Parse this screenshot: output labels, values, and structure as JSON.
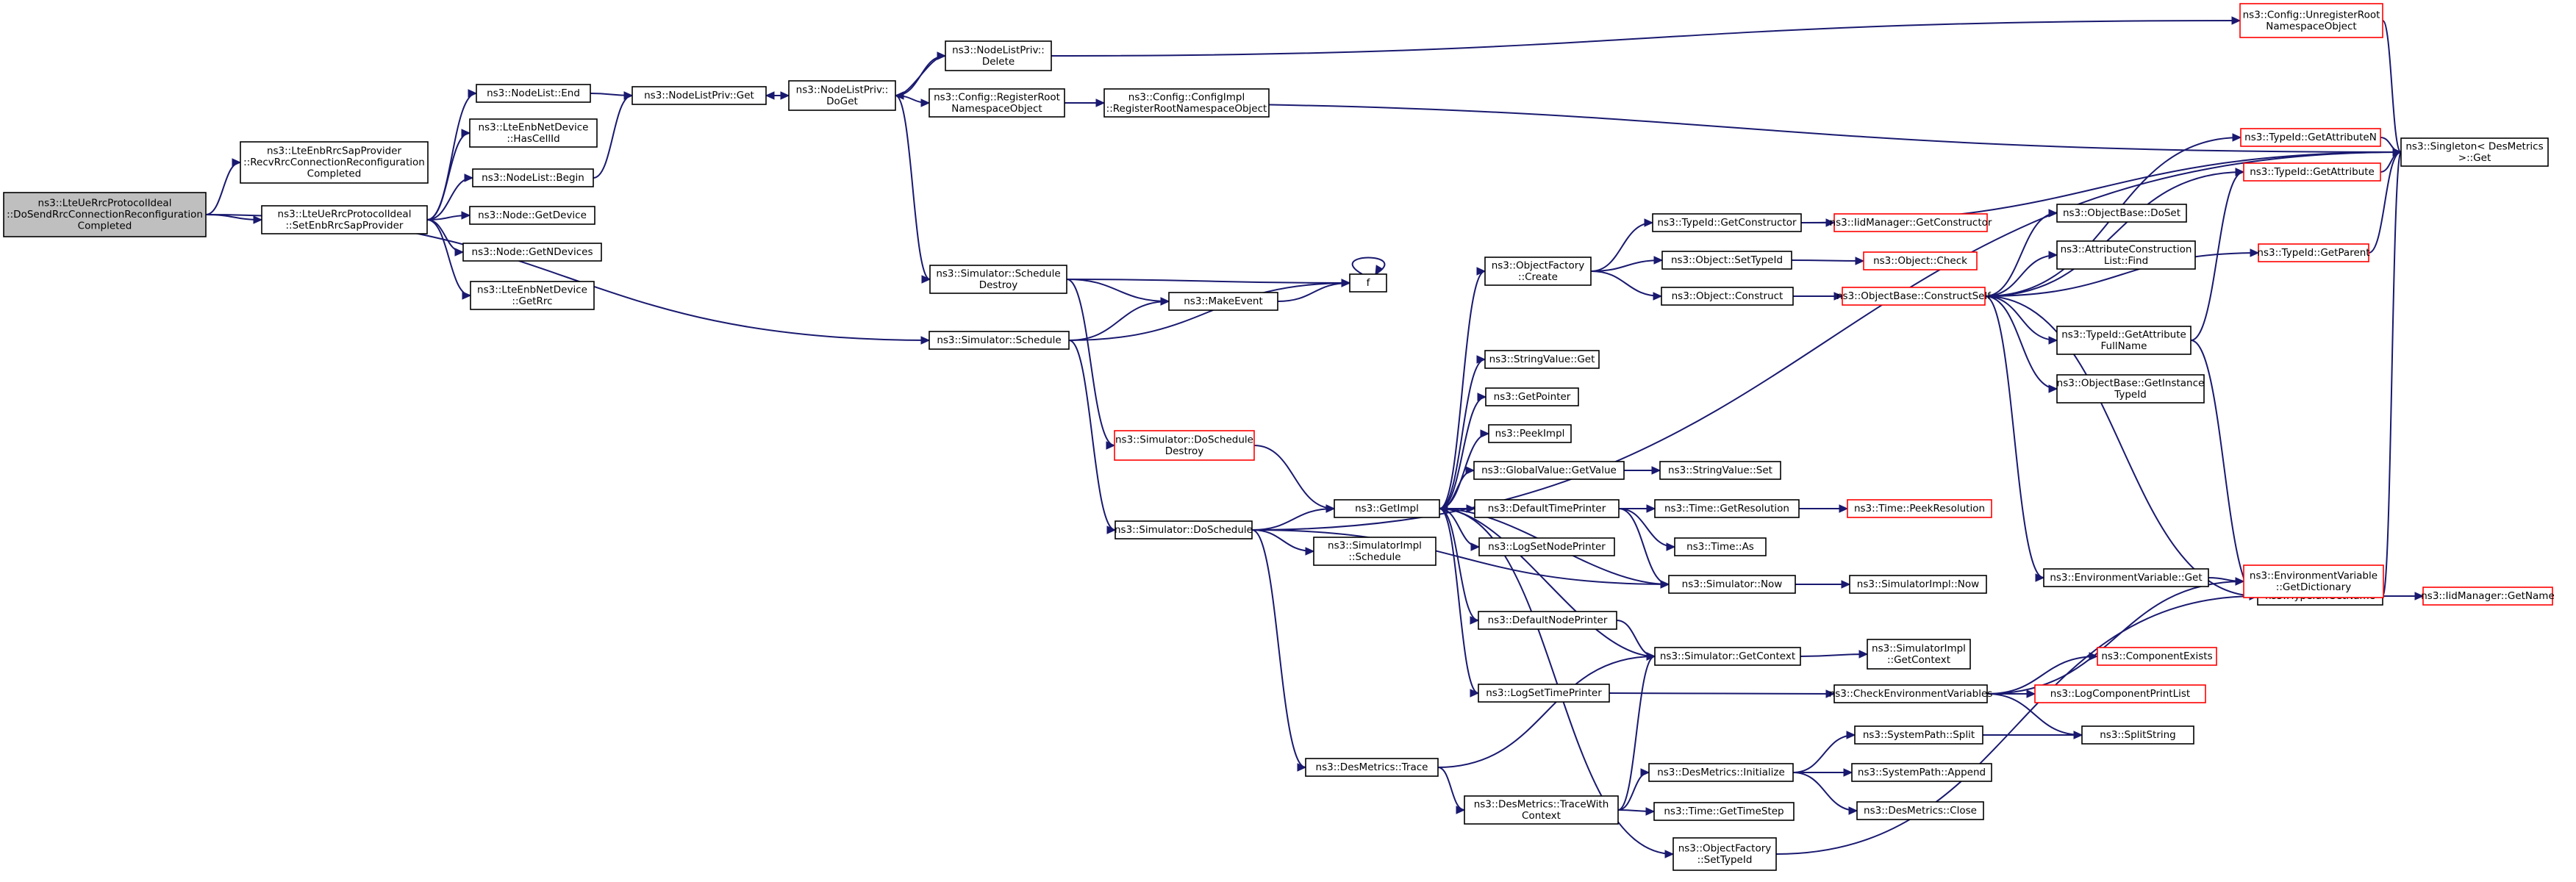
{
  "graph": {
    "type": "call-graph",
    "colors": {
      "edge": "#191970",
      "node_border": "#000000",
      "node_border_link_missing": "#ff0000",
      "root_fill": "#bfbfbf",
      "node_fill": "#ffffff"
    },
    "nodes": [
      {
        "id": "root",
        "lines": [
          "ns3::LteUeRrcProtocolIdeal",
          "::DoSendRrcConnectionReconfiguration",
          "Completed"
        ],
        "style": "root"
      },
      {
        "id": "lteenb_recv",
        "lines": [
          "ns3::LteEnbRrcSapProvider",
          "::RecvRrcConnectionReconfiguration",
          "Completed"
        ]
      },
      {
        "id": "setenb",
        "lines": [
          "ns3::LteUeRrcProtocolIdeal",
          "::SetEnbRrcSapProvider"
        ]
      },
      {
        "id": "nodelist_end",
        "lines": [
          "ns3::NodeList::End"
        ]
      },
      {
        "id": "has_cellid",
        "lines": [
          "ns3::LteEnbNetDevice",
          "::HasCellId"
        ]
      },
      {
        "id": "nodelist_begin",
        "lines": [
          "ns3::NodeList::Begin"
        ]
      },
      {
        "id": "node_getdevice",
        "lines": [
          "ns3::Node::GetDevice"
        ]
      },
      {
        "id": "node_getndevices",
        "lines": [
          "ns3::Node::GetNDevices"
        ]
      },
      {
        "id": "enbnet_getrrc",
        "lines": [
          "ns3::LteEnbNetDevice",
          "::GetRrc"
        ]
      },
      {
        "id": "nlpriv_get",
        "lines": [
          "ns3::NodeListPriv::Get"
        ]
      },
      {
        "id": "nlpriv_doget",
        "lines": [
          "ns3::NodeListPriv::",
          "DoGet"
        ]
      },
      {
        "id": "nlpriv_delete",
        "lines": [
          "ns3::NodeListPriv::",
          "Delete"
        ]
      },
      {
        "id": "cfg_register",
        "lines": [
          "ns3::Config::RegisterRoot",
          "NamespaceObject"
        ]
      },
      {
        "id": "cfgimpl_register",
        "lines": [
          "ns3::Config::ConfigImpl",
          "::RegisterRootNamespaceObject"
        ]
      },
      {
        "id": "cfg_unregister",
        "lines": [
          "ns3::Config::UnregisterRoot",
          "NamespaceObject"
        ],
        "style": "red"
      },
      {
        "id": "singleton_get",
        "lines": [
          "ns3::Singleton< DesMetrics",
          ">::Get"
        ]
      },
      {
        "id": "sim_schedule_destroy",
        "lines": [
          "ns3::Simulator::Schedule",
          "Destroy"
        ]
      },
      {
        "id": "make_event",
        "lines": [
          "ns3::MakeEvent"
        ]
      },
      {
        "id": "f",
        "lines": [
          "f"
        ]
      },
      {
        "id": "sim_schedule",
        "lines": [
          "ns3::Simulator::Schedule"
        ]
      },
      {
        "id": "sim_doschedule_destroy",
        "lines": [
          "ns3::Simulator::DoSchedule",
          "Destroy"
        ],
        "style": "red"
      },
      {
        "id": "sim_doschedule",
        "lines": [
          "ns3::Simulator::DoSchedule"
        ]
      },
      {
        "id": "getimpl",
        "lines": [
          "ns3::GetImpl"
        ]
      },
      {
        "id": "simimpl_schedule",
        "lines": [
          "ns3::SimulatorImpl",
          "::Schedule"
        ]
      },
      {
        "id": "desmetrics_trace",
        "lines": [
          "ns3::DesMetrics::Trace"
        ]
      },
      {
        "id": "desmetrics_tracewith",
        "lines": [
          "ns3::DesMetrics::TraceWith",
          "Context"
        ]
      },
      {
        "id": "objfactory_create",
        "lines": [
          "ns3::ObjectFactory",
          "::Create"
        ]
      },
      {
        "id": "typeid_getconstructor",
        "lines": [
          "ns3::TypeId::GetConstructor"
        ]
      },
      {
        "id": "iidmanager_getconstructor",
        "lines": [
          "ns3::IidManager::GetConstructor"
        ],
        "style": "red"
      },
      {
        "id": "object_settypeid",
        "lines": [
          "ns3::Object::SetTypeId"
        ]
      },
      {
        "id": "object_check",
        "lines": [
          "ns3::Object::Check"
        ],
        "style": "red"
      },
      {
        "id": "object_construct",
        "lines": [
          "ns3::Object::Construct"
        ]
      },
      {
        "id": "objbase_constructself",
        "lines": [
          "ns3::ObjectBase::ConstructSelf"
        ],
        "style": "red"
      },
      {
        "id": "typeid_getattributen",
        "lines": [
          "ns3::TypeId::GetAttributeN"
        ],
        "style": "red"
      },
      {
        "id": "typeid_getattribute",
        "lines": [
          "ns3::TypeId::GetAttribute"
        ],
        "style": "red"
      },
      {
        "id": "objbase_doset",
        "lines": [
          "ns3::ObjectBase::DoSet"
        ]
      },
      {
        "id": "attr_construction_find",
        "lines": [
          "ns3::AttributeConstruction",
          "List::Find"
        ]
      },
      {
        "id": "typeid_getparent",
        "lines": [
          "ns3::TypeId::GetParent"
        ],
        "style": "red"
      },
      {
        "id": "typeid_getattrfullname",
        "lines": [
          "ns3::TypeId::GetAttribute",
          "FullName"
        ]
      },
      {
        "id": "objbase_getinstance",
        "lines": [
          "ns3::ObjectBase::GetInstance",
          "TypeId"
        ]
      },
      {
        "id": "typeid_getname",
        "lines": [
          "ns3::TypeId::GetName"
        ]
      },
      {
        "id": "iidmanager_getname",
        "lines": [
          "ns3::IidManager::GetName"
        ],
        "style": "red"
      },
      {
        "id": "stringvalue_get",
        "lines": [
          "ns3::StringValue::Get"
        ]
      },
      {
        "id": "getpointer",
        "lines": [
          "ns3::GetPointer"
        ]
      },
      {
        "id": "peekimpl",
        "lines": [
          "ns3::PeekImpl"
        ]
      },
      {
        "id": "globalvalue_getvalue",
        "lines": [
          "ns3::GlobalValue::GetValue"
        ]
      },
      {
        "id": "stringvalue_set",
        "lines": [
          "ns3::StringValue::Set"
        ]
      },
      {
        "id": "default_timeprinter",
        "lines": [
          "ns3::DefaultTimePrinter"
        ]
      },
      {
        "id": "time_getresolution",
        "lines": [
          "ns3::Time::GetResolution"
        ]
      },
      {
        "id": "time_peekresolution",
        "lines": [
          "ns3::Time::PeekResolution"
        ],
        "style": "red"
      },
      {
        "id": "time_as",
        "lines": [
          "ns3::Time::As"
        ]
      },
      {
        "id": "logset_nodeprinter",
        "lines": [
          "ns3::LogSetNodePrinter"
        ]
      },
      {
        "id": "sim_now",
        "lines": [
          "ns3::Simulator::Now"
        ]
      },
      {
        "id": "simimpl_now",
        "lines": [
          "ns3::SimulatorImpl::Now"
        ]
      },
      {
        "id": "default_nodeprinter",
        "lines": [
          "ns3::DefaultNodePrinter"
        ]
      },
      {
        "id": "sim_getcontext",
        "lines": [
          "ns3::Simulator::GetContext"
        ]
      },
      {
        "id": "simimpl_getcontext",
        "lines": [
          "ns3::SimulatorImpl",
          "::GetContext"
        ]
      },
      {
        "id": "envvar_get",
        "lines": [
          "ns3::EnvironmentVariable::Get"
        ]
      },
      {
        "id": "envvar_getdict",
        "lines": [
          "ns3::EnvironmentVariable",
          "::GetDictionary"
        ],
        "style": "red"
      },
      {
        "id": "logset_timeprinter",
        "lines": [
          "ns3::LogSetTimePrinter"
        ]
      },
      {
        "id": "check_envvars",
        "lines": [
          "ns3::CheckEnvironmentVariables"
        ]
      },
      {
        "id": "component_exists",
        "lines": [
          "ns3::ComponentExists"
        ],
        "style": "red"
      },
      {
        "id": "log_componentprintlist",
        "lines": [
          "ns3::LogComponentPrintList"
        ],
        "style": "red"
      },
      {
        "id": "systempath_split",
        "lines": [
          "ns3::SystemPath::Split"
        ]
      },
      {
        "id": "splitstring",
        "lines": [
          "ns3::SplitString"
        ]
      },
      {
        "id": "desmetrics_initialize",
        "lines": [
          "ns3::DesMetrics::Initialize"
        ]
      },
      {
        "id": "systempath_append",
        "lines": [
          "ns3::SystemPath::Append"
        ]
      },
      {
        "id": "desmetrics_close",
        "lines": [
          "ns3::DesMetrics::Close"
        ]
      },
      {
        "id": "time_gettimestep",
        "lines": [
          "ns3::Time::GetTimeStep"
        ]
      },
      {
        "id": "objfactory_settypeid",
        "lines": [
          "ns3::ObjectFactory",
          "::SetTypeId"
        ]
      }
    ],
    "edges": [
      [
        "root",
        "lteenb_recv"
      ],
      [
        "root",
        "setenb"
      ],
      [
        "root",
        "sim_schedule"
      ],
      [
        "setenb",
        "nodelist_end"
      ],
      [
        "setenb",
        "has_cellid"
      ],
      [
        "setenb",
        "nodelist_begin"
      ],
      [
        "setenb",
        "node_getdevice"
      ],
      [
        "setenb",
        "node_getndevices"
      ],
      [
        "setenb",
        "enbnet_getrrc"
      ],
      [
        "nodelist_end",
        "nlpriv_get"
      ],
      [
        "nodelist_begin",
        "nlpriv_get"
      ],
      [
        "nlpriv_get",
        "nlpriv_doget"
      ],
      [
        "nlpriv_doget",
        "nlpriv_get"
      ],
      [
        "nlpriv_doget",
        "nlpriv_delete"
      ],
      [
        "nlpriv_delete",
        "nlpriv_doget"
      ],
      [
        "nlpriv_delete",
        "cfg_unregister"
      ],
      [
        "nlpriv_doget",
        "cfg_register"
      ],
      [
        "nlpriv_doget",
        "sim_schedule_destroy"
      ],
      [
        "cfg_register",
        "cfgimpl_register"
      ],
      [
        "cfg_register",
        "singleton_get"
      ],
      [
        "cfg_unregister",
        "singleton_get"
      ],
      [
        "sim_schedule_destroy",
        "make_event"
      ],
      [
        "sim_schedule_destroy",
        "f"
      ],
      [
        "sim_schedule_destroy",
        "sim_doschedule_destroy"
      ],
      [
        "make_event",
        "f"
      ],
      [
        "f",
        "f"
      ],
      [
        "sim_schedule",
        "make_event"
      ],
      [
        "sim_schedule",
        "f"
      ],
      [
        "sim_schedule",
        "sim_doschedule"
      ],
      [
        "sim_doschedule_destroy",
        "getimpl"
      ],
      [
        "sim_doschedule",
        "getimpl"
      ],
      [
        "sim_doschedule",
        "simimpl_schedule"
      ],
      [
        "sim_doschedule",
        "desmetrics_trace"
      ],
      [
        "sim_doschedule",
        "sim_now"
      ],
      [
        "sim_doschedule",
        "singleton_get"
      ],
      [
        "desmetrics_trace",
        "sim_getcontext"
      ],
      [
        "desmetrics_trace",
        "desmetrics_tracewith"
      ],
      [
        "desmetrics_tracewith",
        "desmetrics_initialize"
      ],
      [
        "desmetrics_tracewith",
        "time_gettimestep"
      ],
      [
        "desmetrics_tracewith",
        "sim_getcontext"
      ],
      [
        "getimpl",
        "objfactory_create"
      ],
      [
        "getimpl",
        "stringvalue_get"
      ],
      [
        "getimpl",
        "getpointer"
      ],
      [
        "getimpl",
        "peekimpl"
      ],
      [
        "getimpl",
        "globalvalue_getvalue"
      ],
      [
        "getimpl",
        "default_timeprinter"
      ],
      [
        "getimpl",
        "logset_nodeprinter"
      ],
      [
        "getimpl",
        "default_nodeprinter"
      ],
      [
        "getimpl",
        "logset_timeprinter"
      ],
      [
        "getimpl",
        "objfactory_settypeid"
      ],
      [
        "globalvalue_getvalue",
        "stringvalue_set"
      ],
      [
        "default_timeprinter",
        "time_getresolution"
      ],
      [
        "default_timeprinter",
        "time_as"
      ],
      [
        "default_timeprinter",
        "sim_now"
      ],
      [
        "time_getresolution",
        "time_peekresolution"
      ],
      [
        "sim_now",
        "getimpl"
      ],
      [
        "sim_now",
        "simimpl_now"
      ],
      [
        "default_nodeprinter",
        "sim_getcontext"
      ],
      [
        "sim_getcontext",
        "getimpl"
      ],
      [
        "sim_getcontext",
        "simimpl_getcontext"
      ],
      [
        "logset_timeprinter",
        "check_envvars"
      ],
      [
        "check_envvars",
        "envvar_getdict"
      ],
      [
        "check_envvars",
        "component_exists"
      ],
      [
        "check_envvars",
        "log_componentprintlist"
      ],
      [
        "check_envvars",
        "splitstring"
      ],
      [
        "desmetrics_initialize",
        "systempath_split"
      ],
      [
        "desmetrics_initialize",
        "systempath_append"
      ],
      [
        "desmetrics_initialize",
        "desmetrics_close"
      ],
      [
        "systempath_split",
        "splitstring"
      ],
      [
        "objfactory_settypeid",
        "typeid_getname"
      ],
      [
        "objfactory_create",
        "typeid_getconstructor"
      ],
      [
        "objfactory_create",
        "object_settypeid"
      ],
      [
        "objfactory_create",
        "object_construct"
      ],
      [
        "typeid_getconstructor",
        "iidmanager_getconstructor"
      ],
      [
        "typeid_getconstructor",
        "singleton_get"
      ],
      [
        "object_settypeid",
        "object_check"
      ],
      [
        "object_construct",
        "objbase_constructself"
      ],
      [
        "objbase_constructself",
        "typeid_getattributen"
      ],
      [
        "objbase_constructself",
        "typeid_getattribute"
      ],
      [
        "objbase_constructself",
        "objbase_doset"
      ],
      [
        "objbase_constructself",
        "attr_construction_find"
      ],
      [
        "objbase_constructself",
        "typeid_getparent"
      ],
      [
        "objbase_constructself",
        "typeid_getattrfullname"
      ],
      [
        "objbase_constructself",
        "objbase_getinstance"
      ],
      [
        "objbase_constructself",
        "typeid_getname"
      ],
      [
        "objbase_constructself",
        "envvar_get"
      ],
      [
        "typeid_getattributen",
        "singleton_get"
      ],
      [
        "typeid_getattribute",
        "singleton_get"
      ],
      [
        "typeid_getparent",
        "singleton_get"
      ],
      [
        "typeid_getattrfullname",
        "typeid_getattribute"
      ],
      [
        "typeid_getattrfullname",
        "typeid_getname"
      ],
      [
        "typeid_getname",
        "singleton_get"
      ],
      [
        "typeid_getname",
        "iidmanager_getname"
      ],
      [
        "envvar_get",
        "envvar_getdict"
      ]
    ]
  }
}
